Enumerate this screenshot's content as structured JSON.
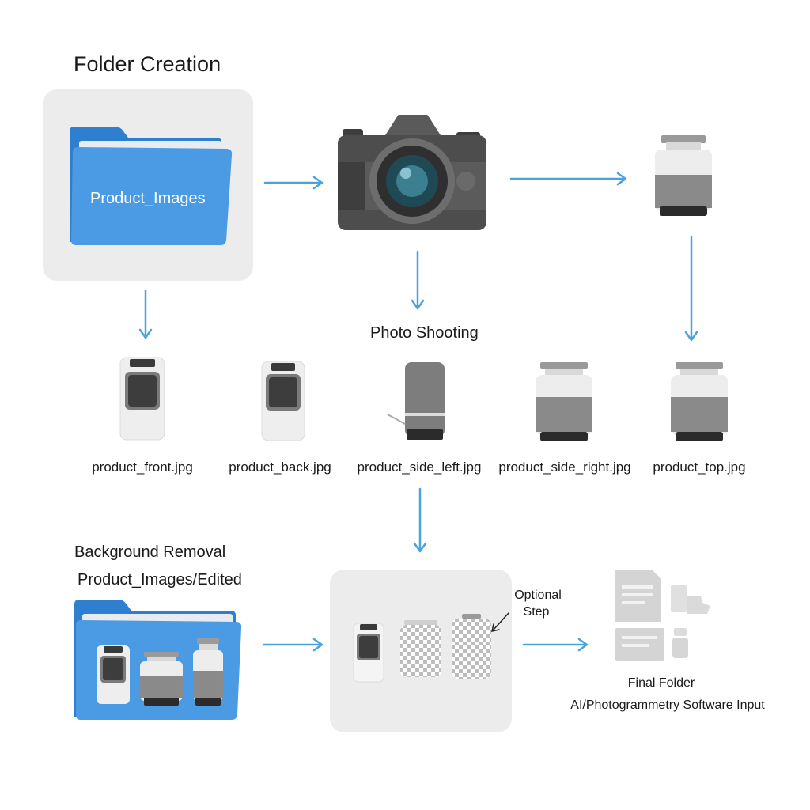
{
  "headings": {
    "folder_creation": "Folder Creation",
    "photo_shooting": "Photo Shooting",
    "background_removal": "Background Removal",
    "edited_path": "Product_Images/Edited"
  },
  "folder": {
    "label": "Product_Images"
  },
  "files": [
    {
      "name": "product_front.jpg"
    },
    {
      "name": "product_back.jpg"
    },
    {
      "name": "product_side_left.jpg"
    },
    {
      "name": "product_side_right.jpg"
    },
    {
      "name": "product_top.jpg"
    }
  ],
  "optional": {
    "line1": "Optional",
    "line2": "Step"
  },
  "final": {
    "line1": "Final Folder",
    "line2": "AI/Photogrammetry Software Input"
  },
  "icons": {
    "folder": "folder-icon",
    "camera": "camera-icon",
    "product": "product-jar-icon",
    "document": "document-icon"
  },
  "colors": {
    "folder_blue": "#4a9be3",
    "arrow_blue": "#4aa3dc",
    "card_gray": "#ececec"
  }
}
